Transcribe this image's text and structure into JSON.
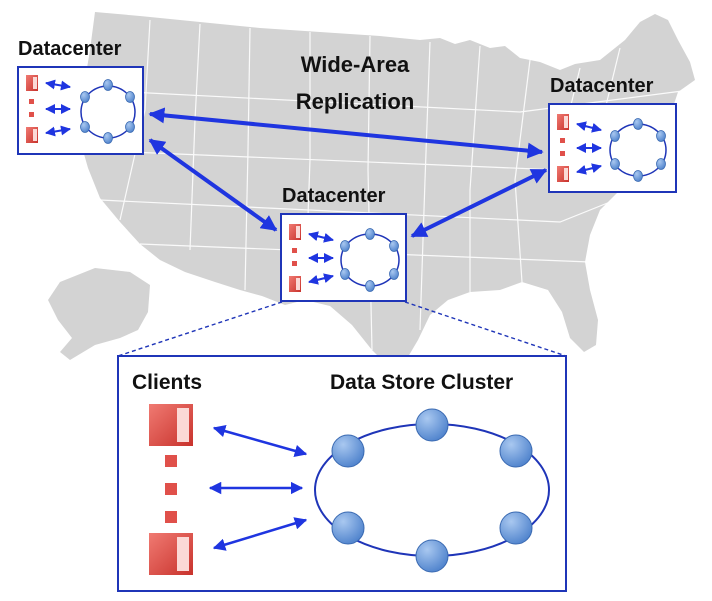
{
  "diagram": {
    "datacenters": [
      {
        "id": "west",
        "label": "Datacenter"
      },
      {
        "id": "central",
        "label": "Datacenter"
      },
      {
        "id": "east",
        "label": "Datacenter"
      }
    ],
    "replication_label": {
      "line1": "Wide-Area",
      "line2": "Replication"
    },
    "detail": {
      "clients_label": "Clients",
      "cluster_label": "Data Store Cluster"
    },
    "colors": {
      "map": "#d3d3d3",
      "map_border": "#ffffff",
      "frame": "#1f35b8",
      "arrow": "#1f35e0",
      "node_fill": "#5b8fd6",
      "node_stroke": "#3a6ab2",
      "client_fill": "#e0504a",
      "client_light": "#fbd9d6"
    }
  }
}
